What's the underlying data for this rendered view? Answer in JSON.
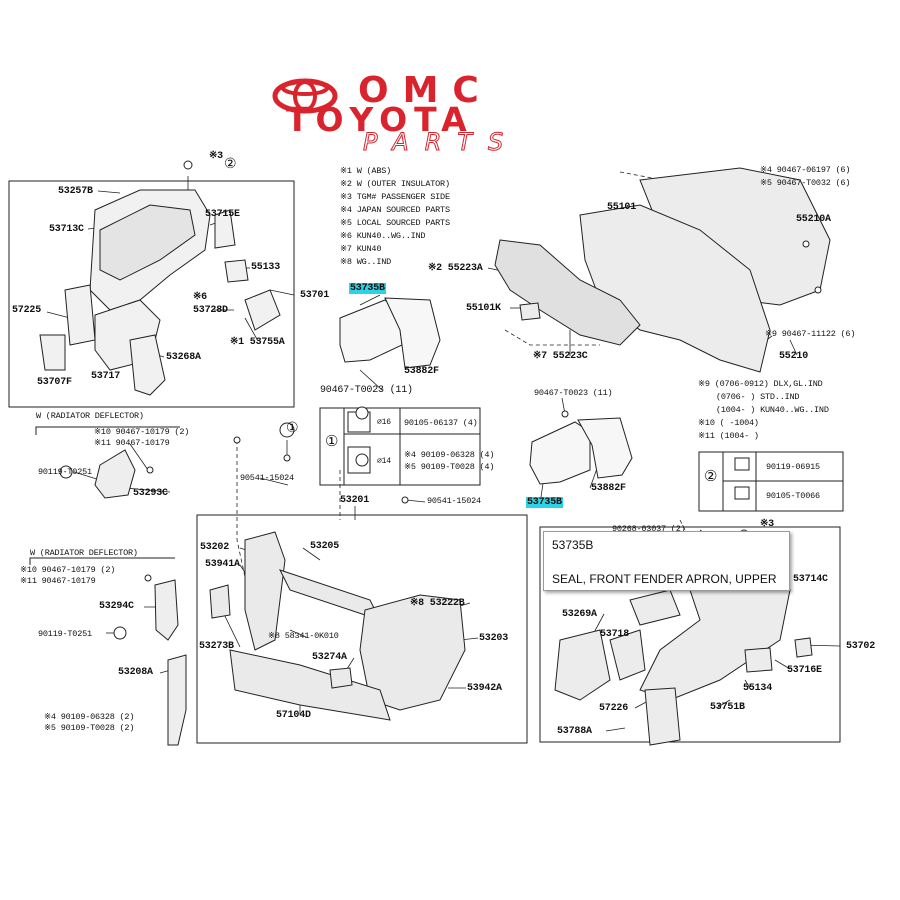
{
  "logo": {
    "line1": "OMC",
    "line2": "TOYOTA",
    "line3": "PARTS"
  },
  "notes": [
    "※1 W (ABS)",
    "※2 W (OUTER INSULATOR)",
    "※3 TGM# PASSENGER SIDE",
    "※4 JAPAN SOURCED PARTS",
    "※5 LOCAL SOURCED PARTS",
    "※6 KUN40..WG..IND",
    "※7 KUN40",
    "※8 WG..IND"
  ],
  "notes2": [
    "※9 (0706-0912) DLX,GL.IND",
    "(0706-  ) STD..IND",
    "(1004-  ) KUN40..WG..IND",
    "※10 (  -1004)",
    "※11 (1004-  )"
  ],
  "top_left_group": {
    "mark": "※3",
    "labels": {
      "a": "53257B",
      "b": "53713C",
      "c": "53715E",
      "d": "55133",
      "e": "※6",
      "f": "57225",
      "g": "53728D",
      "h": "※1 53755A",
      "i": "53701",
      "j": "53707F",
      "k": "53717",
      "l": "53268A"
    }
  },
  "seal_group": {
    "labels": {
      "a": "53735B",
      "b": "53882F",
      "c": "90467-T0023 (11)"
    }
  },
  "fastener_table": {
    "rows": [
      {
        "dim": "16",
        "part": "90105-06137 (4)"
      },
      {
        "dim": "14",
        "part": "※4 90109-06328 (4)"
      },
      {
        "dim": "",
        "part": "※5 90109-T0028 (4)"
      }
    ]
  },
  "dash_group": {
    "labels": {
      "a": "※4 90467-06197 (6)",
      "b": "※5 90467-T0032 (6)",
      "c": "55101",
      "d": "55210A",
      "e": "※2 55223A",
      "f": "55101K",
      "g": "※9 90467-11122 (6)",
      "h": "※7 55223C",
      "i": "55210"
    }
  },
  "seal2_group": {
    "labels": {
      "a": "90467-T0023 (11)",
      "b": "53735B",
      "c": "53882F"
    }
  },
  "clip_table": {
    "rows": [
      {
        "part": "90119-06915"
      },
      {
        "part": "90105-T0066"
      }
    ]
  },
  "left_small": {
    "caption": "W (RADIATOR DEFLECTOR)",
    "labels": {
      "a": "※10 90467-10179 (2)",
      "b": "※11 90467-10179",
      "c": "90119-T0251",
      "d": "53293C"
    }
  },
  "left_small2": {
    "caption": "W (RADIATOR DEFLECTOR)",
    "labels": {
      "a": "※10 90467-10179 (2)",
      "b": "※11 90467-10179",
      "c": "53294C",
      "d": "90119-T0251",
      "e": "53208A",
      "f": "※4 90109-06328 (2)",
      "g": "※5 90109-T0028 (2)"
    }
  },
  "support_group": {
    "labels": {
      "a": "90541-15024",
      "b": "53201",
      "c": "90541-15024",
      "d": "53202",
      "e": "53205",
      "f": "53941A",
      "g": "※8 53222B",
      "h": "53203",
      "i": "53273B",
      "j": "※8 58341-0K010",
      "k": "53274A",
      "l": "53942A",
      "m": "57104D"
    }
  },
  "right_group": {
    "labels": {
      "a": "90268-03037 (2)",
      "b": "※3",
      "c": "53714C",
      "d": "53269A",
      "e": "53718",
      "f": "53702",
      "g": "53716E",
      "h": "55134",
      "i": "57226",
      "j": "53751B",
      "k": "53788A"
    }
  },
  "tooltip": {
    "code": "53735B",
    "desc": "SEAL, FRONT FENDER APRON, UPPER"
  },
  "callout1": "①",
  "callout2": "②",
  "callout2b": "②",
  "mark3": "※3",
  "colors": {
    "highlight": "#2bd3e6",
    "logo_red": "#d9232d"
  }
}
